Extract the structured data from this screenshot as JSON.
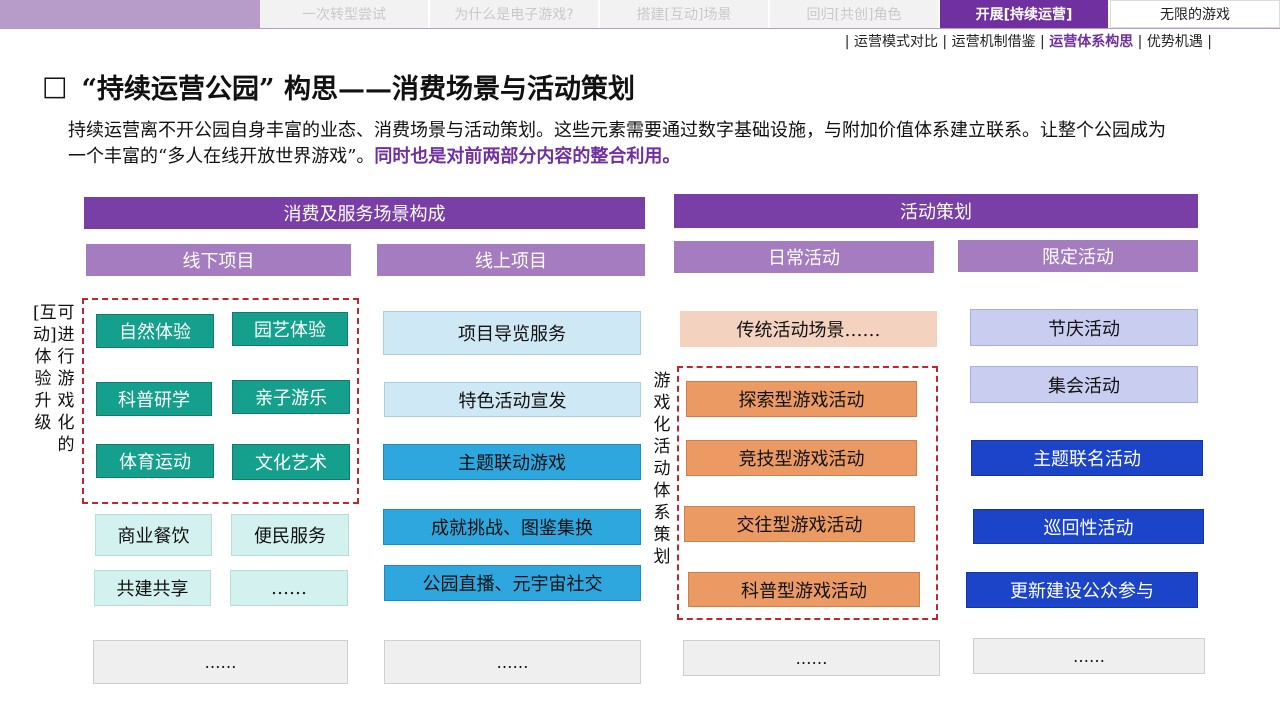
{
  "nav": {
    "tabs": [
      "一次转型尝试",
      "为什么是电子游戏?",
      "搭建[互动]场景",
      "回归[共创]角色",
      "开展[持续运营]",
      "无限的游戏"
    ],
    "subnav": [
      "运营模式对比",
      "运营机制借鉴",
      "运营体系构思",
      "优势机遇"
    ],
    "separator": "|"
  },
  "title": {
    "bullet": "□",
    "text": "“持续运营公园” 构思——消费场景与活动策划"
  },
  "intro": {
    "text": "持续运营离不开公园自身丰富的业态、消费场景与活动策划。这些元素需要通过数字基础设施，与附加价值体系建立联系。让整个公园成为一个丰富的“多人在线开放世界游戏”。",
    "highlight": "同时也是对前两部分内容的整合利用。"
  },
  "consumption": {
    "header": "消费及服务场景构成",
    "offline_header": "线下项目",
    "online_header": "线上项目",
    "side_label": [
      "[互动]体验升级",
      "可进行游戏化的"
    ],
    "gamified": [
      "自然体验",
      "园艺体验",
      "科普研学",
      "亲子游乐",
      "体育运动",
      "文化艺术"
    ],
    "other_offline": [
      "商业餐饮",
      "便民服务",
      "共建共享",
      "……"
    ],
    "online": [
      "项目导览服务",
      "特色活动宣发",
      "主题联动游戏",
      "成就挑战、图鉴集换",
      "公园直播、元宇宙社交"
    ],
    "more": "……"
  },
  "activities": {
    "header": "活动策划",
    "daily_header": "日常活动",
    "limited_header": "限定活动",
    "traditional": "传统活动场景……",
    "side_label": "游戏化活动体系策划",
    "gamified": [
      "探索型游戏活动",
      "竞技型游戏活动",
      "交往型游戏活动",
      "科普型游戏活动"
    ],
    "limited": [
      "节庆活动",
      "集会活动",
      "主题联名活动",
      "巡回性活动",
      "更新建设公众参与"
    ],
    "more": "……"
  },
  "colors": {
    "purple": "#7030a0",
    "section_header": "#7a3fa6",
    "sub_header": "#a57cc0",
    "teal": "#14a08c",
    "orange": "#eb9a64",
    "blue": "#1c44c9",
    "dash_red": "#c0262d"
  }
}
